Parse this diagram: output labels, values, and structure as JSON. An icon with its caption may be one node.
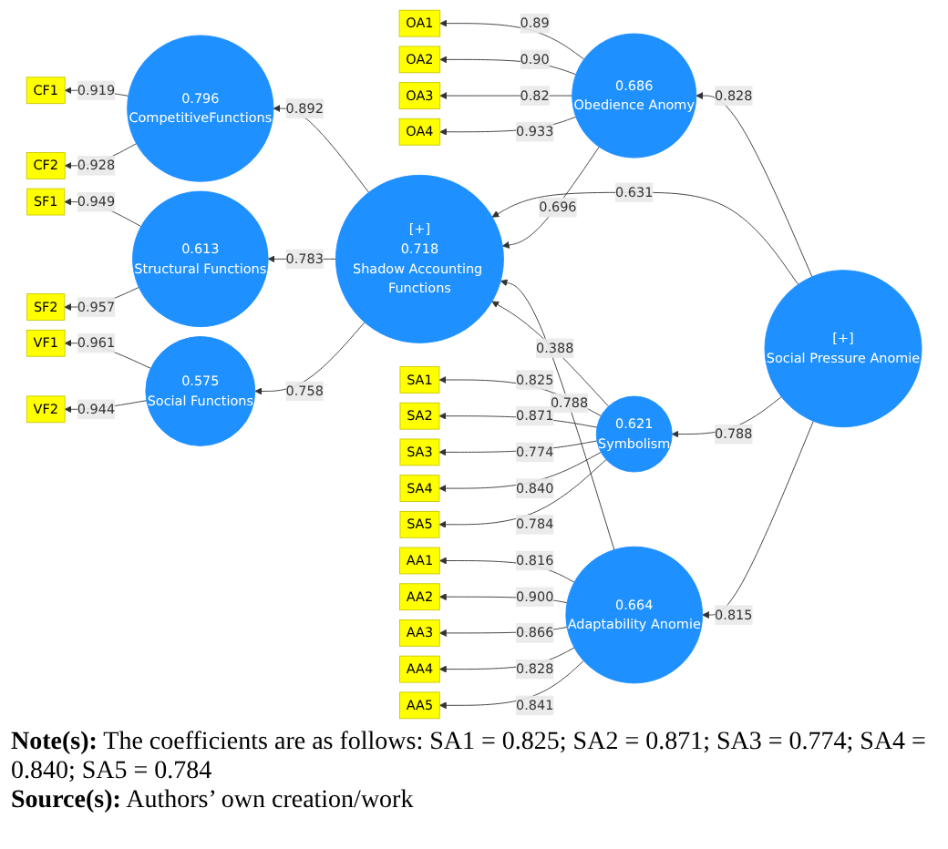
{
  "diagram": {
    "nodes": [
      {
        "text": [
          "0.796",
          "CompetitiveFunctions"
        ]
      },
      {
        "text": [
          "CF1"
        ]
      },
      {
        "text": [
          "CF2"
        ]
      },
      {
        "text": [
          "[+]",
          "Social Pressure Anomie"
        ]
      },
      {
        "text": [
          "0.686",
          "Obedience Anomy"
        ]
      },
      {
        "text": [
          "OA1"
        ]
      },
      {
        "text": [
          "OA2"
        ]
      },
      {
        "text": [
          "OA3"
        ]
      },
      {
        "text": [
          "OA4"
        ]
      },
      {
        "text": [
          "[+]",
          "0.718",
          "Shadow Accounting Functions"
        ]
      },
      {
        "text": [
          "0.613",
          "Structural Functions"
        ]
      },
      {
        "text": [
          "SF1"
        ]
      },
      {
        "text": [
          "SF2"
        ]
      },
      {
        "text": [
          "0.664",
          "Adaptability Anomie"
        ]
      },
      {
        "text": [
          "AA1"
        ]
      },
      {
        "text": [
          "AA2"
        ]
      },
      {
        "text": [
          "AA3"
        ]
      },
      {
        "text": [
          "AA4"
        ]
      },
      {
        "text": [
          "AA5"
        ]
      },
      {
        "text": [
          "0.575",
          "Social Functions"
        ]
      },
      {
        "text": [
          "VF1"
        ]
      },
      {
        "text": [
          "VF2"
        ]
      },
      {
        "text": [
          "0.621",
          "Symbolism"
        ]
      },
      {
        "text": [
          "SA1"
        ]
      },
      {
        "text": [
          "SA2"
        ]
      },
      {
        "text": [
          "SA3"
        ]
      },
      {
        "text": [
          "SA4"
        ]
      },
      {
        "text": [
          "SA5"
        ]
      }
    ],
    "edges": [
      {
        "from": 9,
        "to": 0,
        "arrow": "to",
        "label": "0.892"
      },
      {
        "from": 9,
        "to": 10,
        "arrow": "to",
        "label": "0.783"
      },
      {
        "from": 9,
        "to": 19,
        "arrow": "to",
        "label": "0.758"
      },
      {
        "from": 3,
        "to": 9,
        "arrow": "to",
        "label": "0.631"
      },
      {
        "from": 4,
        "to": 9,
        "arrow": "to",
        "label": "0.696"
      },
      {
        "from": 13,
        "to": 9,
        "arrow": "to",
        "label": "0.788"
      },
      {
        "from": 22,
        "to": 9,
        "arrow": "to",
        "label": "0.388"
      },
      {
        "from": 3,
        "to": 4,
        "arrow": "to",
        "label": "0.828"
      },
      {
        "from": 3,
        "to": 13,
        "arrow": "to",
        "label": "0.815"
      },
      {
        "from": 3,
        "to": 22,
        "arrow": "to",
        "label": "0.788"
      },
      {
        "from": 0,
        "to": 1,
        "arrow": "to",
        "label": "0.919"
      },
      {
        "from": 0,
        "to": 2,
        "arrow": "to",
        "label": "0.928"
      },
      {
        "from": 4,
        "to": 5,
        "arrow": "to",
        "label": "0.89"
      },
      {
        "from": 4,
        "to": 6,
        "arrow": "to",
        "label": "0.90"
      },
      {
        "from": 4,
        "to": 7,
        "arrow": "to",
        "label": "0.82"
      },
      {
        "from": 4,
        "to": 8,
        "arrow": "to",
        "label": "0.933"
      },
      {
        "from": 10,
        "to": 11,
        "arrow": "to",
        "label": "0.949"
      },
      {
        "from": 10,
        "to": 12,
        "arrow": "to",
        "label": "0.957"
      },
      {
        "from": 13,
        "to": 14,
        "arrow": "to",
        "label": "0.816"
      },
      {
        "from": 13,
        "to": 15,
        "arrow": "to",
        "label": "0.900"
      },
      {
        "from": 13,
        "to": 16,
        "arrow": "to",
        "label": "0.866"
      },
      {
        "from": 13,
        "to": 17,
        "arrow": "to",
        "label": "0.828"
      },
      {
        "from": 13,
        "to": 18,
        "arrow": "to",
        "label": "0.841"
      },
      {
        "from": 19,
        "to": 20,
        "arrow": "to",
        "label": "0.961"
      },
      {
        "from": 19,
        "to": 21,
        "arrow": "to",
        "label": "0.944"
      },
      {
        "from": 22,
        "to": 23,
        "arrow": "to",
        "label": "0.825"
      },
      {
        "from": 22,
        "to": 24,
        "arrow": "to",
        "label": "0.871"
      },
      {
        "from": 22,
        "to": 25,
        "arrow": "to",
        "label": "0.774"
      },
      {
        "from": 22,
        "to": 26,
        "arrow": "to",
        "label": "0.840"
      },
      {
        "from": 22,
        "to": 27,
        "arrow": "to",
        "label": "0.784"
      }
    ],
    "labels": [
      "**Note(s):** The coefficients are as follows: SA1 = 0.825; SA2 = 0.871; SA3 = 0.774; SA4 = 0.840; SA5 = 0.784",
      "**Source(s):** Authors’ own creation/work"
    ]
  }
}
